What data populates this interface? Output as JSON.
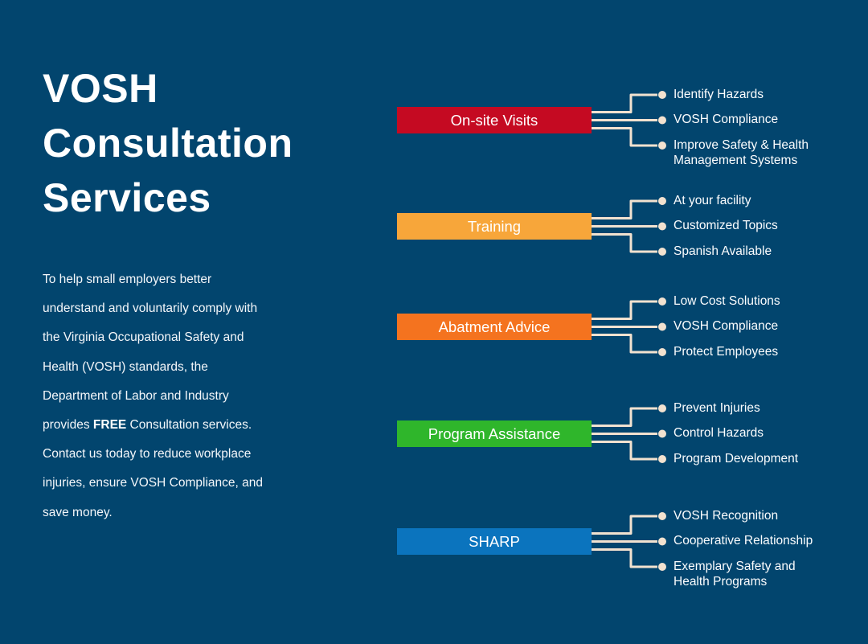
{
  "title": "VOSH\nConsultation\nServices",
  "paragraph": {
    "before": "To help small employers better\nunderstand and voluntarily comply with\nthe Virginia Occupational Safety and\nHealth (VOSH) standards, the\nDepartment of Labor and Industry\nprovides ",
    "bold": "FREE",
    "after": " Consultation services.\nContact us today to reduce workplace\ninjuries, ensure VOSH Compliance, and\nsave money."
  },
  "colors": {
    "background": "#02456E",
    "on_site_visits_bar": "#C50A22",
    "training_bar": "#F7A63A",
    "abatment_advice_bar": "#F4731F",
    "program_assistance_bar": "#2FB62B",
    "sharp_bar": "#0B74BE",
    "connector_line": "#F2E2D0",
    "text": "#FFFFFF"
  },
  "groups": [
    {
      "label": "On-site Visits",
      "bullets": [
        "Identify Hazards",
        "VOSH Compliance",
        "Improve Safety & Health\nManagement Systems"
      ]
    },
    {
      "label": "Training",
      "bullets": [
        "At your facility",
        "Customized Topics",
        "Spanish Available"
      ]
    },
    {
      "label": "Abatment Advice",
      "bullets": [
        "Low Cost Solutions",
        "VOSH Compliance",
        "Protect Employees"
      ]
    },
    {
      "label": "Program Assistance",
      "bullets": [
        "Prevent Injuries",
        "Control Hazards",
        "Program Development"
      ]
    },
    {
      "label": "SHARP",
      "bullets": [
        "VOSH Recognition",
        "Cooperative Relationship",
        "Exemplary Safety and\nHealth Programs"
      ]
    }
  ]
}
